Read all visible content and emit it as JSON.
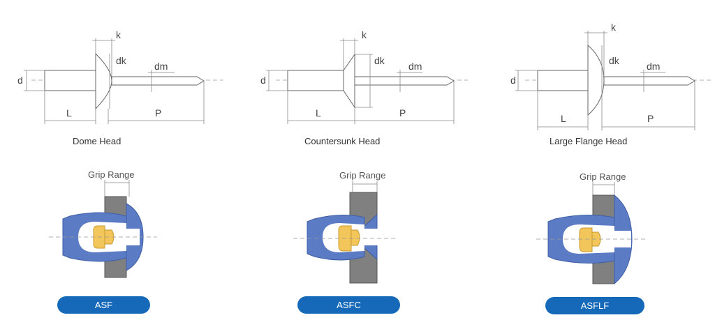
{
  "panels": [
    {
      "caption": "Dome Head",
      "code": "ASF",
      "grip_label": "Grip Range",
      "dims": {
        "d": "d",
        "dk": "dk",
        "k": "k",
        "dm": "dm",
        "L": "L",
        "P": "P"
      }
    },
    {
      "caption": "Countersunk Head",
      "code": "ASFC",
      "grip_label": "Grip Range",
      "dims": {
        "d": "d",
        "dk": "dk",
        "k": "k",
        "dm": "dm",
        "L": "L",
        "P": "P"
      }
    },
    {
      "caption": "Large Flange Head",
      "code": "ASFLF",
      "grip_label": "Grip Range",
      "dims": {
        "d": "d",
        "dk": "dk",
        "k": "k",
        "dm": "dm",
        "L": "L",
        "P": "P"
      }
    }
  ],
  "colors": {
    "body": "#5b7cc4",
    "mandrel": "#f3c65c",
    "sheet": "#808080",
    "pill": "#1569b8"
  }
}
